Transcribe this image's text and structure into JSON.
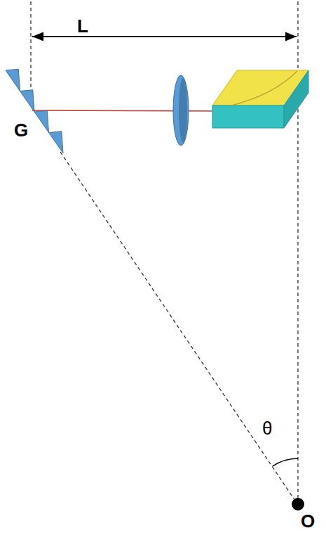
{
  "diagram": {
    "labels": [
      "L",
      "G",
      "θ",
      "O"
    ]
  }
}
